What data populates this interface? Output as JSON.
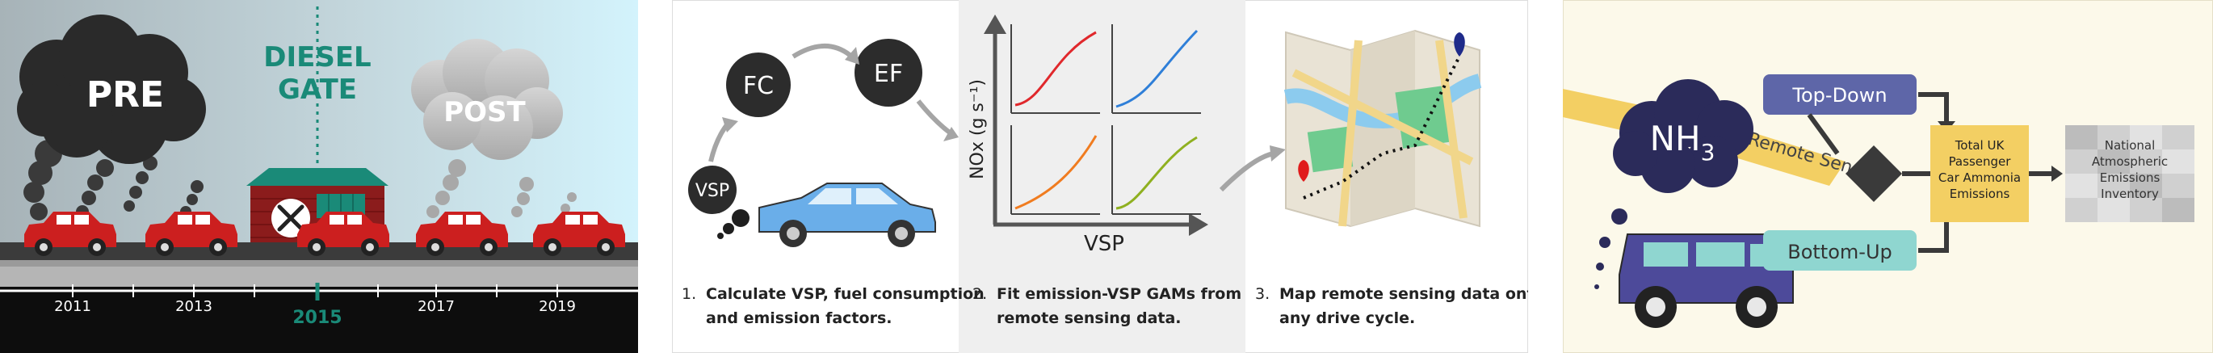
{
  "panel1": {
    "label_pre": "PRE",
    "label_diesel": "DIESEL",
    "label_gate": "GATE",
    "label_post": "POST",
    "years": [
      "2011",
      "2013",
      "2015",
      "2017",
      "2019"
    ],
    "highlight_year": "2015",
    "colors": {
      "sky_left": "#a9b6bc",
      "sky_right": "#cdf1fb",
      "accent": "#1a8a78",
      "car": "#cc1f1f"
    }
  },
  "panel2": {
    "node_vsp": "VSP",
    "node_fc": "FC",
    "node_ef": "EF",
    "ylabel": "NOx (g s⁻¹)",
    "xlabel": "VSP",
    "steps": [
      {
        "num": "1.",
        "line1": "Calculate VSP,  fuel consumption",
        "line2": "and emission factors."
      },
      {
        "num": "2.",
        "line1": "Fit emission-VSP GAMs from",
        "line2": "remote sensing data."
      },
      {
        "num": "3.",
        "line1": "Map remote sensing data onto",
        "line2": "any drive cycle."
      }
    ],
    "curve_colors": [
      "#e0282c",
      "#2f7fd8",
      "#f07c20",
      "#8fb020"
    ],
    "car_color": "#6aaee9"
  },
  "panel3": {
    "nh3_main": "NH",
    "nh3_sub": "3",
    "remote_sensing": "Remote Sensing",
    "top_down": "Top-Down",
    "bottom_up": "Bottom-Up",
    "inventory_box": [
      "Total UK",
      "Passenger",
      "Car Ammonia",
      "Emissions"
    ],
    "national_box": [
      "National",
      "Atmospheric",
      "Emissions",
      "Inventory"
    ],
    "colors": {
      "bg": "#fcf9ea",
      "top_down": "#5e66a8",
      "bottom_up": "#8fd6d0",
      "yellow": "#f3cf63",
      "car": "#4d4a9a"
    }
  }
}
